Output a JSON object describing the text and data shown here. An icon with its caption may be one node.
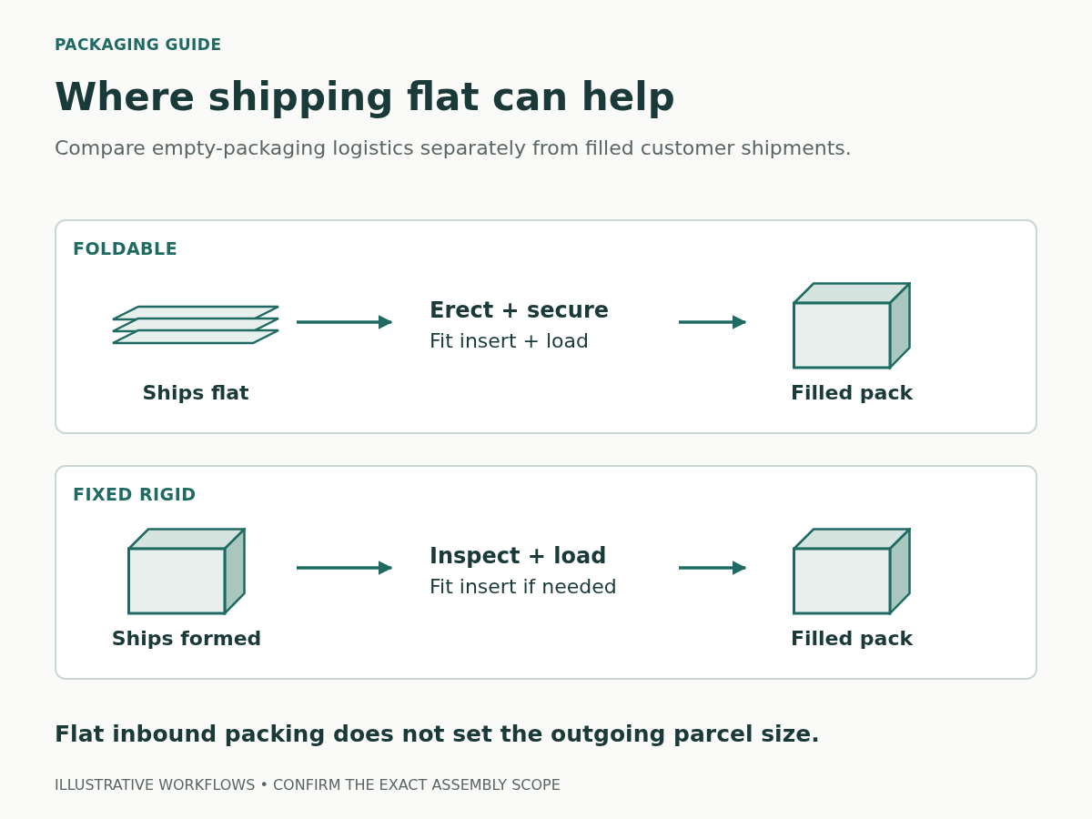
{
  "diagram": {
    "title": "Where shipping flat can help",
    "nodes": [
      {
        "text": [
          "FOLDABLE"
        ]
      },
      {
        "text": [
          "Ships flat"
        ],
        "in": 0
      },
      {
        "text": [
          "Erect + secure",
          "Fit insert + load"
        ],
        "in": 0
      },
      {
        "text": [
          "Filled pack"
        ],
        "in": 0
      },
      {
        "text": [
          "FIXED RIGID"
        ]
      },
      {
        "text": [
          "Ships formed"
        ],
        "in": 4
      },
      {
        "text": [
          "Inspect + load",
          "Fit insert if needed"
        ],
        "in": 4
      },
      {
        "text": [
          "Filled pack"
        ],
        "in": 4
      }
    ],
    "edges": [
      {
        "from": 1,
        "to": 2,
        "arrow": "to"
      },
      {
        "from": 2,
        "to": 3,
        "arrow": "to"
      },
      {
        "from": 5,
        "to": 6,
        "arrow": "to"
      },
      {
        "from": 6,
        "to": 7,
        "arrow": "to"
      }
    ],
    "labels": [
      "PACKAGING GUIDE",
      "Compare empty-packaging logistics separately from filled customer shipments.",
      "Flat inbound packing does not set the outgoing parcel size.",
      "ILLUSTRATIVE WORKFLOWS • CONFIRM THE EXACT ASSEMBLY SCOPE"
    ]
  }
}
